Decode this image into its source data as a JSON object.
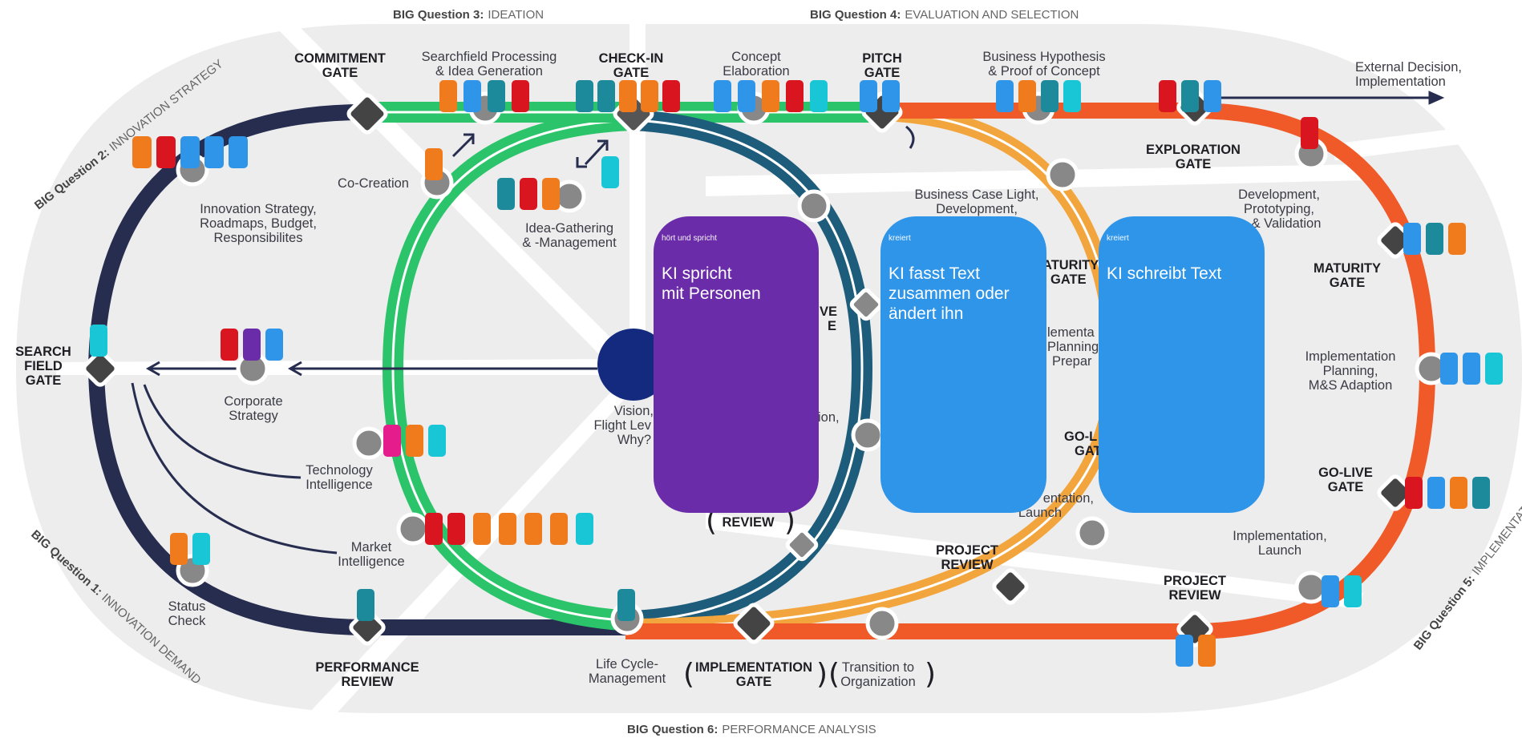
{
  "colors": {
    "navy": "#262d4f",
    "green": "#2bc46a",
    "teal": "#1d5c7a",
    "orange_light": "#f3a53d",
    "orange_red": "#ef5a28",
    "purple_card": "#6a2ca9",
    "blue_card": "#2f95e9",
    "center_dot": "#132a7f",
    "background": "#ededed",
    "lane": "#ffffff"
  },
  "big_questions": {
    "q1": {
      "bold": "BIG Question 1:",
      "text": "INNOVATION DEMAND"
    },
    "q2": {
      "bold": "BIG Question 2:",
      "text": "INNOVATION STRATEGY"
    },
    "q3": {
      "bold": "BIG Question 3:",
      "text": "IDEATION"
    },
    "q4": {
      "bold": "BIG Question 4:",
      "text": "EVALUATION AND SELECTION"
    },
    "q5": {
      "bold": "BIG Question 5:",
      "text": "IMPLEMENTATION"
    },
    "q6": {
      "bold": "BIG Question 6:",
      "text": "PERFORMANCE ANALYSIS"
    }
  },
  "gates": {
    "search_field": [
      "SEARCH",
      "FIELD",
      "GATE"
    ],
    "commitment": [
      "COMMITMENT",
      "GATE"
    ],
    "check_in": [
      "CHECK-IN",
      "GATE"
    ],
    "pitch": [
      "PITCH",
      "GATE"
    ],
    "exploration": [
      "EXPLORATION",
      "GATE"
    ],
    "maturity_right": [
      "MATURITY",
      "GATE"
    ],
    "maturity_mid": [
      "ATURITY",
      "GATE"
    ],
    "go_live_right": [
      "GO-LIVE",
      "GATE"
    ],
    "go_live_mid": [
      "GO-L",
      "GAT"
    ],
    "project_review_right": [
      "PROJECT",
      "REVIEW"
    ],
    "project_review_mid": [
      "PROJECT",
      "REVIEW"
    ],
    "project_review_inner": [
      "REVIEW"
    ],
    "performance_review": [
      "PERFORMANCE",
      "REVIEW"
    ],
    "implementation": [
      "IMPLEMENTATION",
      "GATE"
    ],
    "inner_ve": [
      "VE",
      "E"
    ]
  },
  "labels": {
    "searchfield_processing": [
      "Searchfield Processing",
      "& Idea Generation"
    ],
    "concept_elaboration": [
      "Concept",
      "Elaboration"
    ],
    "business_hypothesis": [
      "Business Hypothesis",
      "& Proof of Concept"
    ],
    "external_decision": [
      "External Decision,",
      "Implementation"
    ],
    "co_creation": [
      "Co-Creation"
    ],
    "idea_gathering": [
      "Idea-Gathering",
      "& -Management"
    ],
    "innovation_strategy": [
      "Innovation Strategy,",
      "Roadmaps, Budget,",
      "Responsibilites"
    ],
    "business_case": [
      "Business Case Light,",
      "Development,"
    ],
    "development_right": [
      "Development,",
      "Prototyping,",
      "& Validation"
    ],
    "implementation_planning_right": [
      "Implementation",
      "Planning,",
      "M&S Adaption"
    ],
    "implementation_planning_mid": [
      "lementa",
      "Planning",
      "Prepar"
    ],
    "implementation_launch_right": [
      "Implementation,",
      "Launch"
    ],
    "implementation_launch_mid": [
      "entation,",
      "Launch"
    ],
    "corporate_strategy": [
      "Corporate",
      "Strategy"
    ],
    "technology_intelligence": [
      "Technology",
      "Intelligence"
    ],
    "market_intelligence": [
      "Market",
      "Intelligence"
    ],
    "status_check": [
      "Status",
      "Check"
    ],
    "life_cycle": [
      "Life Cycle-",
      "Management"
    ],
    "transition": [
      "Transition to",
      "Organization"
    ],
    "vision": [
      "Vision,",
      "Flight Lev",
      "Why?"
    ],
    "inner_ion": [
      "ion,"
    ]
  },
  "cards": [
    {
      "badge": "hört und spricht",
      "title": "KI spricht\nmit Personen",
      "color": "#6a2ca9"
    },
    {
      "badge": "kreiert",
      "title": "KI fasst Text\nzusammen oder\nändert ihn",
      "color": "#2f95e9"
    },
    {
      "badge": "kreiert",
      "title": "KI schreibt Text",
      "color": "#2f95e9"
    }
  ]
}
